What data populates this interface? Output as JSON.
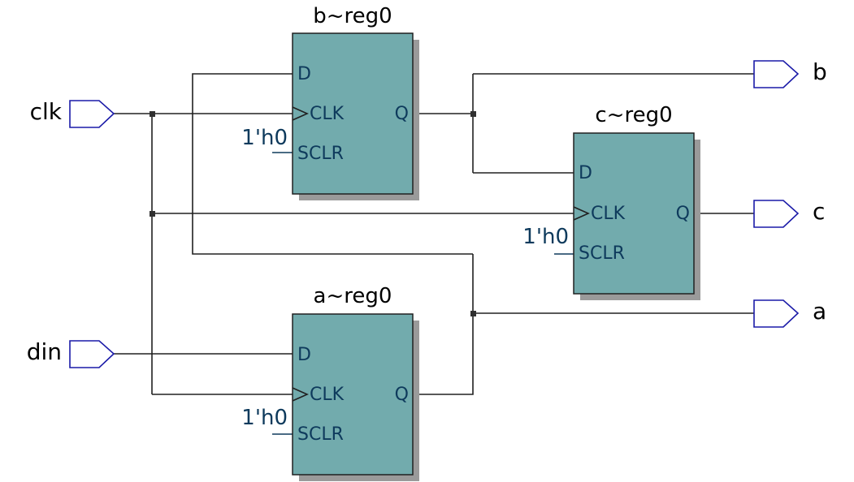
{
  "registers": [
    {
      "id": "b",
      "title": "b~reg0",
      "pin_d": "D",
      "pin_clk": "CLK",
      "pin_sclr": "SCLR",
      "pin_q": "Q",
      "sclr_const": "1'h0"
    },
    {
      "id": "c",
      "title": "c~reg0",
      "pin_d": "D",
      "pin_clk": "CLK",
      "pin_sclr": "SCLR",
      "pin_q": "Q",
      "sclr_const": "1'h0"
    },
    {
      "id": "a",
      "title": "a~reg0",
      "pin_d": "D",
      "pin_clk": "CLK",
      "pin_sclr": "SCLR",
      "pin_q": "Q",
      "sclr_const": "1'h0"
    }
  ],
  "inputs": [
    {
      "id": "clk",
      "label": "clk"
    },
    {
      "id": "din",
      "label": "din"
    }
  ],
  "outputs": [
    {
      "id": "b",
      "label": "b"
    },
    {
      "id": "c",
      "label": "c"
    },
    {
      "id": "a",
      "label": "a"
    }
  ],
  "colors": {
    "register_fill": "#72abad",
    "pin_text": "#0e3a5c",
    "port_outline": "#1a1aa8",
    "wire": "#202020"
  }
}
